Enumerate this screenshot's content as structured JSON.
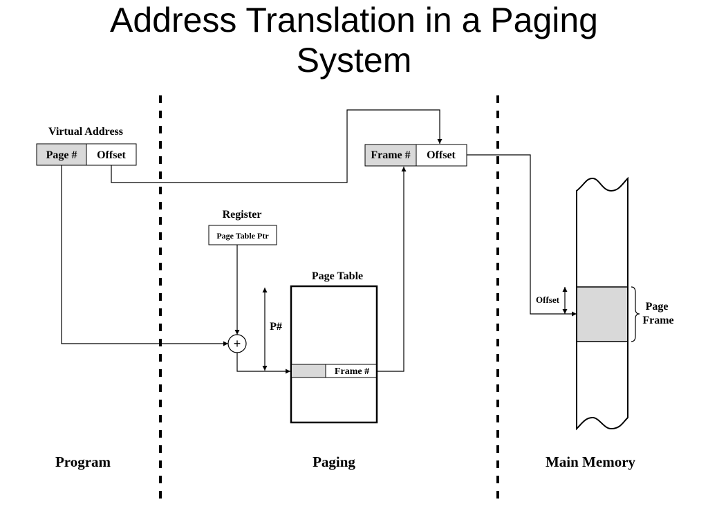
{
  "title": {
    "line1": "Address Translation in a Paging",
    "line2": "System"
  },
  "virtual_address": {
    "caption": "Virtual Address",
    "page_field": "Page #",
    "offset_field": "Offset"
  },
  "physical_address": {
    "frame_field": "Frame #",
    "offset_field": "Offset"
  },
  "register": {
    "caption": "Register",
    "value": "Page Table Ptr"
  },
  "adder_symbol": "+",
  "page_table": {
    "caption": "Page Table",
    "entry_field": "Frame #",
    "index_label": "P#"
  },
  "main_memory": {
    "offset_label": "Offset",
    "frame_label_line1": "Page",
    "frame_label_line2": "Frame"
  },
  "regions": {
    "program": "Program",
    "paging": "Paging",
    "main_memory": "Main Memory"
  },
  "colors": {
    "field_shade": "#d9d9d9",
    "line": "#000000"
  },
  "icons": {
    "adder": "circled-plus-icon",
    "arrowhead": "filled-triangle-arrow-icon",
    "brace": "curly-brace-icon"
  }
}
